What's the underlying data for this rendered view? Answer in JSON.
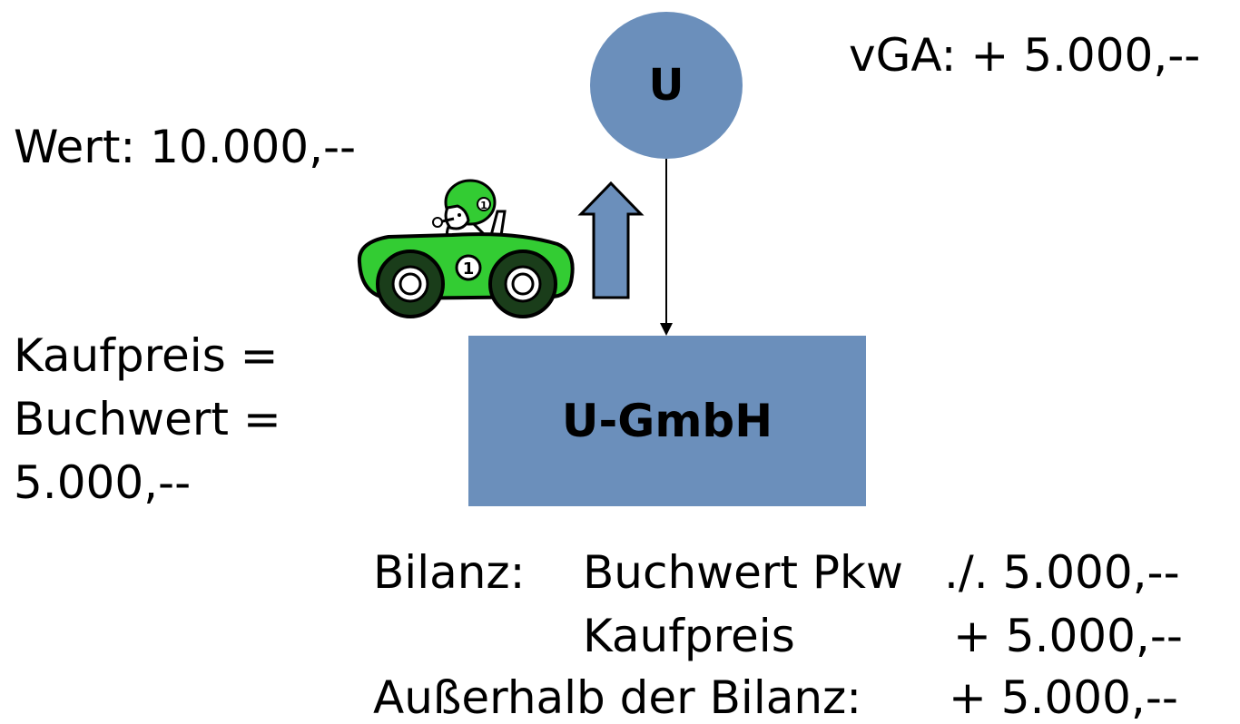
{
  "top_right": {
    "vga_text": "vGA: +  5.000,--"
  },
  "left": {
    "wert_text": "Wert: 10.000,--",
    "kaufpreis_line": "Kaufpreis =",
    "buchwert_line": "Buchwert =",
    "amount_line": "5.000,--"
  },
  "nodes": {
    "shareholder_label": "U",
    "company_label": "U-GmbH"
  },
  "balance": {
    "row1_label": "Bilanz:",
    "row1_item": "Buchwert Pkw",
    "row1_value": "./. 5.000,--",
    "row2_item": "Kaufpreis",
    "row2_value": "+  5.000,--",
    "row3_label": "Außerhalb der Bilanz:",
    "row3_value": "+  5.000,--"
  },
  "colors": {
    "node_fill": "#6b8fbb",
    "car_body": "#33cc33",
    "text": "#000000"
  },
  "icons": {
    "car": "race-car-icon",
    "arrow": "up-arrow-icon"
  }
}
